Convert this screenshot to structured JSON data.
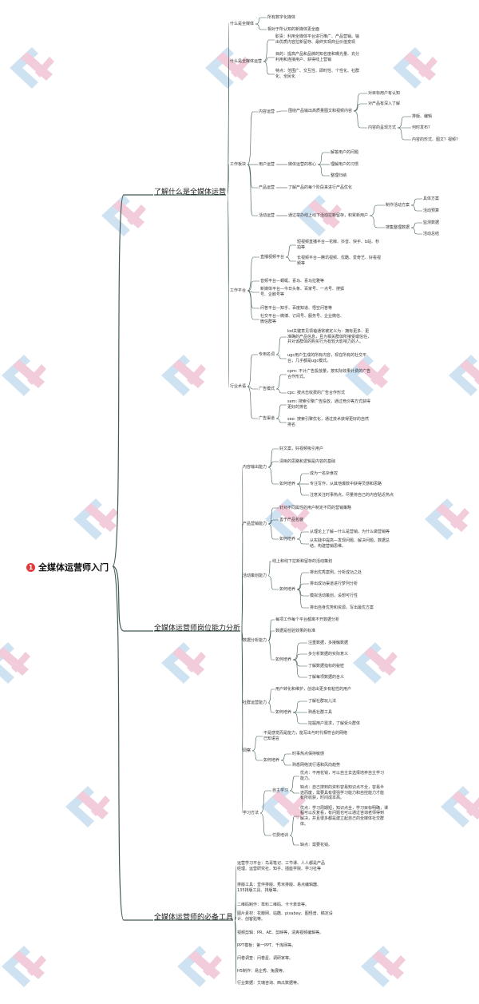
{
  "root": {
    "number": "1",
    "label": "全媒体运营师入门"
  },
  "colors": {
    "line": "#3e5a56",
    "badge": "#e23a3a",
    "watermark_pink": "#e8a3bd",
    "watermark_blue": "#a8cbe8"
  },
  "branches": {
    "b1": "了解什么是全媒体运营",
    "b2": "全媒体运营师岗位能力分析",
    "b3": "全媒体运营师的必备工具"
  },
  "nodes": {
    "n1": "什么是全媒体",
    "n2": "所有数字化媒体",
    "n3": "相对于所认知的新媒体更全面",
    "n4": "什么是全媒体运营",
    "n5": "职责：利用全媒体平台进行推广、产品营销。输\n出优质内容拉新留存、最终实现商业价值变现",
    "n6": "目的：提高产品和品牌的知名度和曝光量、充分\n利用和连接用户、获得线上营销",
    "n7": "特点：范围广、交互性、即时性、个性化、社群\n化、全民化",
    "n8": "工作板块",
    "n9": "内容运营",
    "n10": "围绕产品输出高质量图文和视频内容",
    "n11": "对目标用户有认知",
    "n12": "对产品有深入了解",
    "n13": "内容的呈现方式",
    "n14": "排版、编辑",
    "n15": "何时发布?",
    "n16": "內容的形式、图文？视频?",
    "n17": "用户运营",
    "n18": "媒体运营的核心",
    "n19": "解答用户的问题",
    "n20": "理解用户的习惯",
    "n21": "整理归纳",
    "n22": "产品运营",
    "n23": "了解产品的每个阶段来进行产品优化",
    "n24": "活动运营",
    "n25": "通过举办线上线下活动拉新留存，积累新用户",
    "n26": "制作活动方案",
    "n27": "具体方案",
    "n28": "活动预算",
    "n29": "搜集整理数据",
    "n30": "监测数据",
    "n31": "活动总结",
    "n32": "工作平台",
    "n33": "直播视频平台",
    "n34": "短视频直播平台—花椒、抖音、快手、b站、秒\n拍等",
    "n35": "长视频平台—腾讯视频、优酷、爱奇艺、好看视\n频等",
    "n36": "音频平台—蜻蜓、喜马、喜马拉雅等",
    "n37": "新媒体平台—今日头条、百家号、一点号、搜狐\n号、企鹅号等",
    "n38": "问答平台—知乎、百度知道、悟空问答等",
    "n39": "社交平台—微博、订阅号、服务号、企业微信、\n微信群等",
    "n40": "行业术语",
    "n41": "专用名词",
    "n42": "kol关键意见领袖通常被定义为：拥有更多、更\n准确的产品信息，且为相关群体所接受或信任，\n并对该群体的购买行为有较大影响力的人。",
    "n43": "ugc用户生成的所有内容，现在所有的社交平\n台，几乎都是ugc模式。",
    "n44": "广告模式",
    "n45": "cpm: 不计广告投放量，按实际效果计费的广告\n合作形式。",
    "n46": "cpc: 按点击收费的广告合作形式",
    "n47": "广告渠道",
    "n48": "sem: 搜索引擎广告投放，通过竞价等方式获得\n更好的排名",
    "n49": "seo: 搜索引擎优化，通过技术获得更好的自然\n排名",
    "n50": "内容输出能力",
    "n51": "好文案，好视频吸引用户",
    "n52": "清晰的思路和逻辑是内容的基础",
    "n53": "如何培养",
    "n54": "成为一名杂食控",
    "n55": "专注写作，从其他爆款中获得灵感和思路",
    "n56": "注意关注时事热点，尽量将自己的内容贴近热点",
    "n57": "产品营销能力",
    "n58": "针对不同属性的用户制定不同的营销策略",
    "n59": "善于产品包装",
    "n60": "如何培养",
    "n61": "从理论上了解—什么是营销，为什么做营销等",
    "n62": "从实践中提高—发现问题、解决问题，数据总\n结，构建营销思维。",
    "n63": "活动策划能力",
    "n64": "线上和线下拉新和留存的活动策划",
    "n65": "如何培养",
    "n66": "排出优秀案例，分析成功之处",
    "n67": "排出成功渠道进行梦列分析",
    "n68": "模拟活动策划，设想可行性",
    "n69": "排出自身优势和资源，写出最优方案",
    "n70": "数据分析能力",
    "n71": "每项工作每个平台都离不开数据分析",
    "n72": "数据是检验效果的标准",
    "n73": "如何培养",
    "n74": "注重数据，多接触数据",
    "n75": "多分析数据的实际意义",
    "n76": "了解数据指标的秘密",
    "n77": "了解每项数据的含义",
    "n78": "社群运营能力",
    "n79": "用户转化和维护，创造出更多有粘性的用户",
    "n80": "如何培养",
    "n81": "了解社群玩儿法",
    "n82": "熟悉社群工具",
    "n83": "挖掘用户需求，了解受众群体",
    "n84": "洞察",
    "n85": "不是感觉而是能力，能写出与时代相符合的网络\n已知语言",
    "n86": "如何培养",
    "n87": "时事热点保持敏感",
    "n88": "熟悉网络流行语和风向趋势",
    "n89": "学习方法",
    "n90": "自主学习",
    "n91": "优点：不用花钱，可以自主去选择培养自主学习\n能力。",
    "n92": "缺点：自己搜到的资料容易知识点不全，容易半\n途而废，需要具有很强学习能力和自控能力才能\n有所收获，时间成本高。",
    "n93": "付费培训",
    "n94": "优点：学习周期短，知识点全，学习目标明确，课\n程可以反复看，有问题也可以通过咨询老师得到\n解决，并且很多都是建立起自己的全媒体社交群\n体。",
    "n95": "缺点：需要花钱。",
    "n96": "运营学习平台：鸟哥笔记、三节课、人人都是产品\n经理、运营研究社、知乎、插座学院、学习社等",
    "n97": "排版工具：壹伴排版、秀米排版、易点编辑器、\n135排版工具、排版等。",
    "n98": "二维码制作：草料二维码、卡卡表单等。",
    "n99": "图片素材：花瓣网、站酷、pixabay、图怪兽、稿定设\n计、创客贴等。",
    "n100": "视频剪辑：PR、AE、剪映等，清爽视频编辑等。",
    "n101": "PPT模板：第一PPT、千库网等。",
    "n102": "问卷调查：问卷星、调研家等。",
    "n103": "H5制作：易企秀、兔展等。",
    "n104": "行业数据：艾瑞咨询、西瓜数据等。"
  }
}
